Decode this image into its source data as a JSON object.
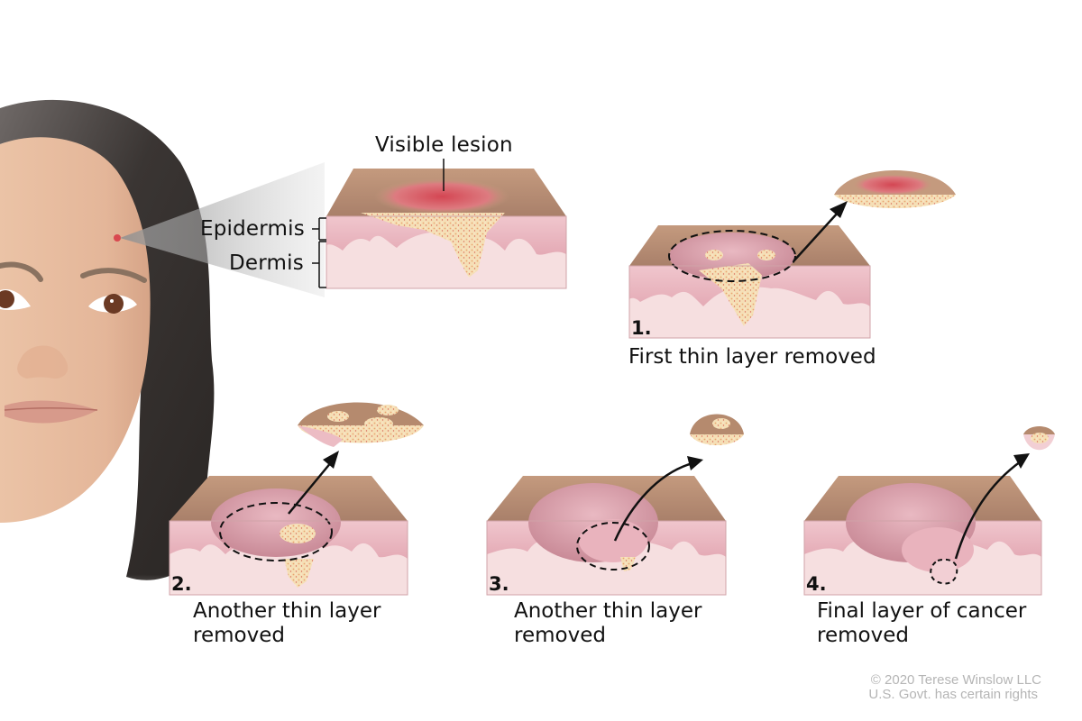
{
  "figure": {
    "subject": "Mohs surgery on a skin lesion of the forehead",
    "colors": {
      "skin_surface": "#b58a6e",
      "epidermis": "#ecbcc4",
      "dermis": "#f6dfe0",
      "cancer": "#f3dcb0",
      "lesion_red": "#d24a55",
      "hair": "#3a3533",
      "face": "#e8bfa2",
      "label_text": "#111111",
      "copyright_text": "#b5b5b5"
    }
  },
  "labels": {
    "visible_lesion": "Visible lesion",
    "epidermis": "Epidermis",
    "dermis": "Dermis"
  },
  "steps": [
    {
      "number": "1.",
      "caption": "First thin layer removed"
    },
    {
      "number": "2.",
      "caption_line1": "Another thin layer",
      "caption_line2": "removed"
    },
    {
      "number": "3.",
      "caption_line1": "Another thin layer",
      "caption_line2": "removed"
    },
    {
      "number": "4.",
      "caption_line1": "Final layer of cancer",
      "caption_line2": "removed"
    }
  ],
  "copyright": {
    "line1": "© 2020 Terese Winslow LLC",
    "line2": "U.S. Govt. has certain rights"
  }
}
